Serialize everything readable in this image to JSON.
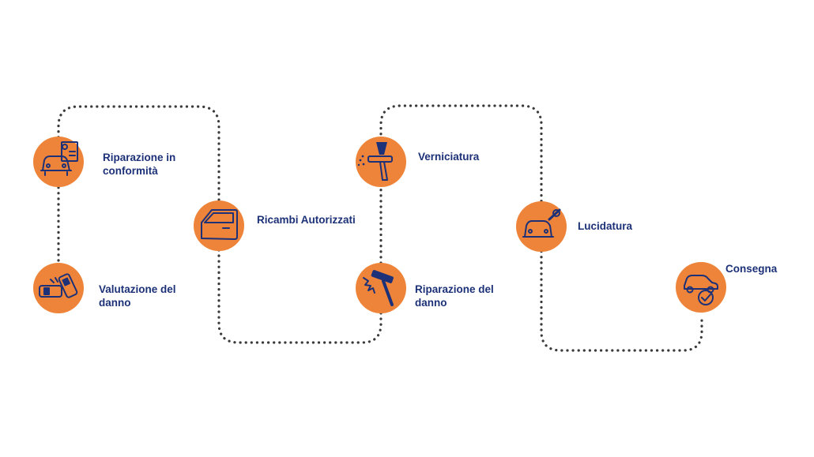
{
  "colors": {
    "circle": "#ee843a",
    "text": "#1c3177",
    "connector": "#3a3a3a",
    "background": "#ffffff"
  },
  "steps": [
    {
      "icon": "car-document-gear-icon",
      "lines": [
        "Riparazione in",
        "conformità"
      ]
    },
    {
      "icon": "car-crash-icon",
      "lines": [
        "Valutazione del",
        "danno"
      ]
    },
    {
      "icon": "car-door-icon",
      "lines": [
        "Ricambi Autorizzati"
      ]
    },
    {
      "icon": "hammer-icon",
      "lines": [
        "Riparazione del",
        "danno"
      ]
    },
    {
      "icon": "spray-gun-icon",
      "lines": [
        "Verniciatura"
      ]
    },
    {
      "icon": "car-polish-icon",
      "lines": [
        "Lucidatura"
      ]
    },
    {
      "icon": "car-check-icon",
      "lines": [
        "Consegna"
      ]
    }
  ]
}
